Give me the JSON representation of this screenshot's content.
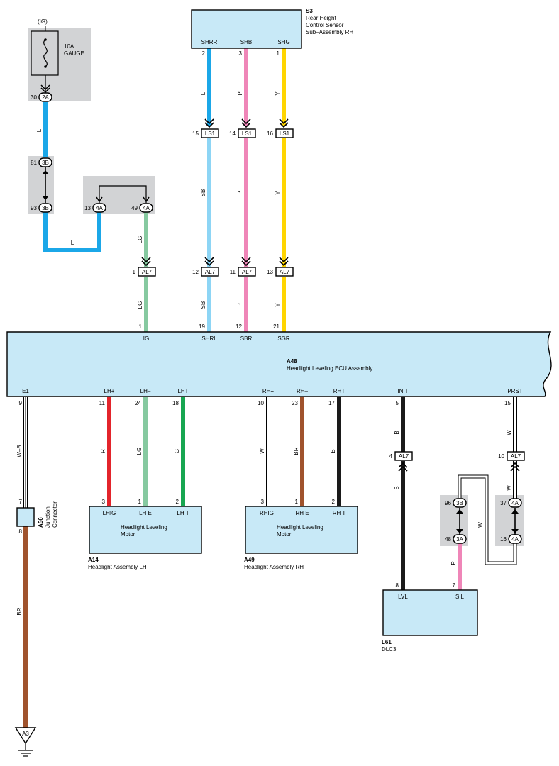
{
  "fuse": {
    "ig": "(IG)",
    "rating": "10A",
    "name": "GAUGE"
  },
  "sensor": {
    "id": "S3",
    "line1": "Rear Height",
    "line2": "Control Sensor",
    "line3": "Sub–Assembly RH",
    "pins": [
      "SHRR",
      "SHB",
      "SHG"
    ],
    "pin_nums": [
      "2",
      "3",
      "1"
    ]
  },
  "ecu": {
    "id": "A48",
    "name": "Headlight Leveling ECU Assembly",
    "top_pins": [
      {
        "name": "IG",
        "num": "1"
      },
      {
        "name": "SHRL",
        "num": "19"
      },
      {
        "name": "SBR",
        "num": "12"
      },
      {
        "name": "SGR",
        "num": "21"
      }
    ],
    "bottom_pins": [
      {
        "name": "E1",
        "num": "9"
      },
      {
        "name": "LH+",
        "num": "11"
      },
      {
        "name": "LH–",
        "num": "24"
      },
      {
        "name": "LHT",
        "num": "18"
      },
      {
        "name": "RH+",
        "num": "10"
      },
      {
        "name": "RH–",
        "num": "23"
      },
      {
        "name": "RHT",
        "num": "17"
      },
      {
        "name": "INIT",
        "num": "5"
      },
      {
        "name": "PRST",
        "num": "15"
      }
    ]
  },
  "motor_lh": {
    "id": "A14",
    "caption": "Headlight Assembly LH",
    "name1": "Headlight Leveling",
    "name2": "Motor",
    "pins": [
      {
        "name": "LHIG",
        "num": "3"
      },
      {
        "name": "LH E",
        "num": "1"
      },
      {
        "name": "LH T",
        "num": "2"
      }
    ]
  },
  "motor_rh": {
    "id": "A49",
    "caption": "Headlight Assembly RH",
    "name1": "Headlight Leveling",
    "name2": "Motor",
    "pins": [
      {
        "name": "RHIG",
        "num": "3"
      },
      {
        "name": "RH E",
        "num": "1"
      },
      {
        "name": "RH T",
        "num": "2"
      }
    ]
  },
  "dlc": {
    "id": "L61",
    "caption": "DLC3",
    "pins": [
      {
        "name": "LVL",
        "num": "8"
      },
      {
        "name": "SIL",
        "num": "7"
      }
    ]
  },
  "junction": {
    "id": "A56",
    "line1": "Junction",
    "line2": "Connector",
    "pin_top": "7",
    "pin_bot": "8"
  },
  "ground": {
    "id": "A3"
  },
  "connectors": {
    "c2A": {
      "name": "2A",
      "num": "30"
    },
    "c3B_top": {
      "name": "3B",
      "num": "81"
    },
    "c3B_bot": {
      "name": "3B",
      "num": "93"
    },
    "c4A_left": {
      "name": "4A",
      "num": "13"
    },
    "c4A_right": {
      "name": "4A",
      "num": "49"
    },
    "ls1": [
      {
        "name": "LS1",
        "num": "15"
      },
      {
        "name": "LS1",
        "num": "14"
      },
      {
        "name": "LS1",
        "num": "16"
      }
    ],
    "al7_top": [
      {
        "name": "AL7",
        "num": "1"
      },
      {
        "name": "AL7",
        "num": "12"
      },
      {
        "name": "AL7",
        "num": "11"
      },
      {
        "name": "AL7",
        "num": "13"
      }
    ],
    "al7_init": {
      "name": "AL7",
      "num": "4"
    },
    "al7_prst": {
      "name": "AL7",
      "num": "10"
    },
    "c3B_dlc": {
      "name": "3B",
      "num": "96"
    },
    "c3A_dlc": {
      "name": "3A",
      "num": "48"
    },
    "c4A_prst_top": {
      "name": "4A",
      "num": "37"
    },
    "c4A_prst_bot": {
      "name": "4A",
      "num": "16"
    }
  },
  "wire_labels": {
    "fuse_down": "L",
    "bottom_l": "L",
    "lg1": "LG",
    "lg2": "LG",
    "shrr1": "L",
    "shrr2": "SB",
    "shrr3": "SB",
    "shb1": "P",
    "shb2": "P",
    "shb3": "P",
    "shg1": "Y",
    "shg2": "Y",
    "shg3": "Y",
    "e1": "W–B",
    "r": "R",
    "lg3": "LG",
    "g": "G",
    "w1": "W",
    "br1": "BR",
    "b1": "B",
    "init1": "B",
    "init2": "B",
    "prst1": "W",
    "prst2": "W",
    "prst3": "W",
    "sil": "P",
    "gnd": "BR"
  },
  "colors": {
    "L": "#1ba7e8",
    "SB": "#8dd5f5",
    "P": "#ef86b8",
    "Y": "#ffd500",
    "LG": "#86c9a0",
    "G": "#17a651",
    "R": "#e3242b",
    "BR": "#a0532d",
    "B": "#1a1a1a",
    "W": "#ffffff",
    "box_fill": "#c8e9f7",
    "shade": "#d2d3d5"
  }
}
